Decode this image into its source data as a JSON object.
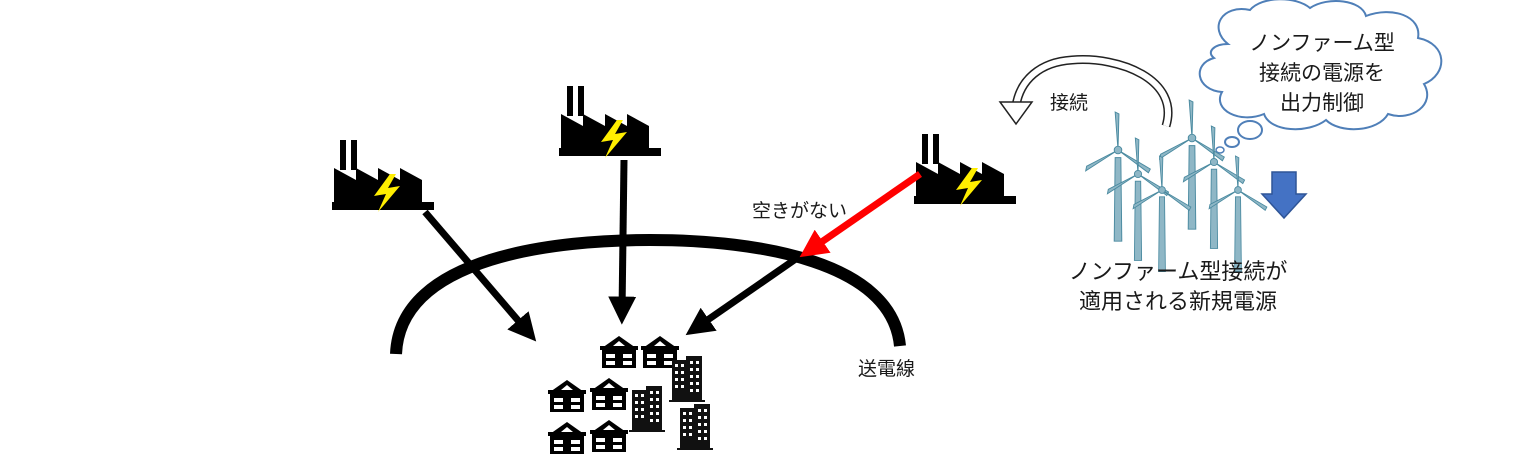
{
  "labels": {
    "no_capacity": "空きがない",
    "transmission_line": "送電線",
    "connection": "接続",
    "new_source_line1": "ノンファーム型接続が",
    "new_source_line2": "適用される新規電源",
    "thought_line1": "ノンファーム型",
    "thought_line2": "接続の電源を",
    "thought_line3": "出力制御"
  },
  "colors": {
    "main": "#000000",
    "blocked_arrow": "#ff0000",
    "bolt": "#ffee00",
    "turbine": "#8fb7c6",
    "turbine_stroke": "#4a8aa0",
    "down_arrow": "#4472c4",
    "cloud_stroke": "#4f7fb8"
  },
  "icons": [
    "factory-icon",
    "lightning-bolt-icon",
    "house-icon",
    "apartment-building-icon",
    "wind-turbine-icon",
    "down-arrow-icon",
    "thought-cloud-icon",
    "curved-arrow-icon"
  ]
}
